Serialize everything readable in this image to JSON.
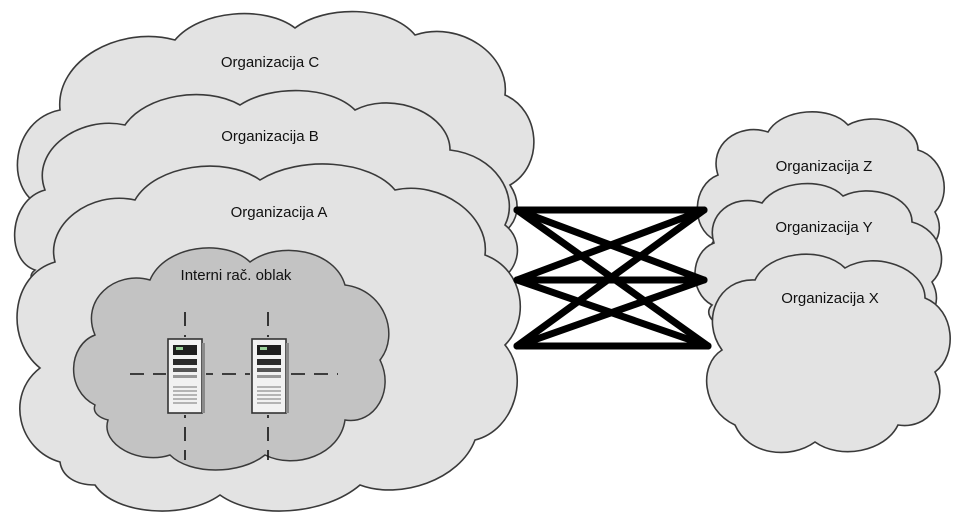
{
  "clouds": {
    "org_c": "Organizacija C",
    "org_b": "Organizacija B",
    "org_a": "Organizacija A",
    "org_z": "Organizacija Z",
    "org_y": "Organizacija Y",
    "org_x": "Organizacija X",
    "internal": "Interni rač. oblak"
  },
  "icons": {
    "server": "server-icon"
  },
  "colors": {
    "cloud_fill": "#e3e3e3",
    "inner_cloud_fill": "#c3c3c3",
    "link": "#000000"
  }
}
